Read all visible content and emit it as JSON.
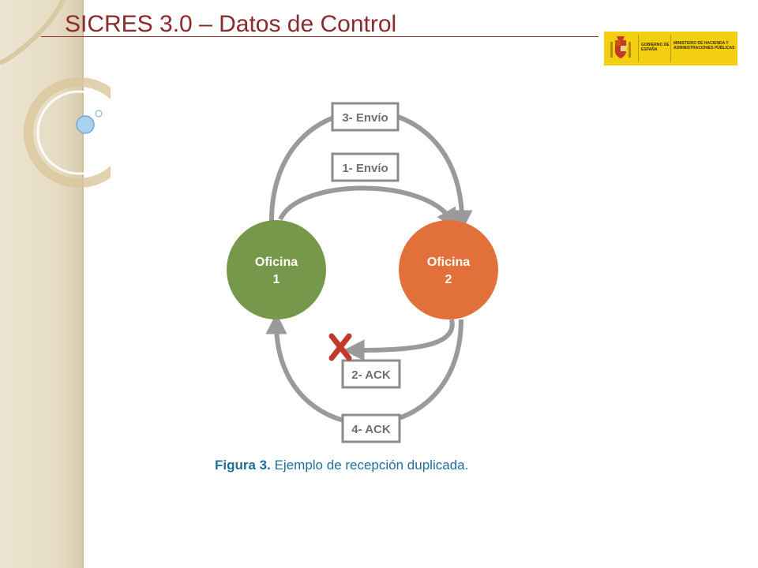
{
  "slide": {
    "title": "SICRES 3.0 – Datos de Control"
  },
  "logo": {
    "left_text": "GOBIERNO DE ESPAÑA",
    "right_text": "MINISTERIO DE HACIENDA Y ADMINISTRACIONES PÚBLICAS"
  },
  "diagram": {
    "nodes": {
      "office1": {
        "line1": "Oficina",
        "line2": "1",
        "color": "#76984a"
      },
      "office2": {
        "line1": "Oficina",
        "line2": "2",
        "color": "#e2703a"
      }
    },
    "labels": {
      "send3": "3- Envío",
      "send1": "1- Envío",
      "ack2": "2- ACK",
      "ack4": "4- ACK"
    },
    "arrow_color": "#9a9a9a",
    "fail_color": "#c0392b"
  },
  "caption": {
    "figure": "Figura 3.",
    "text": "Ejemplo de recepción duplicada."
  }
}
